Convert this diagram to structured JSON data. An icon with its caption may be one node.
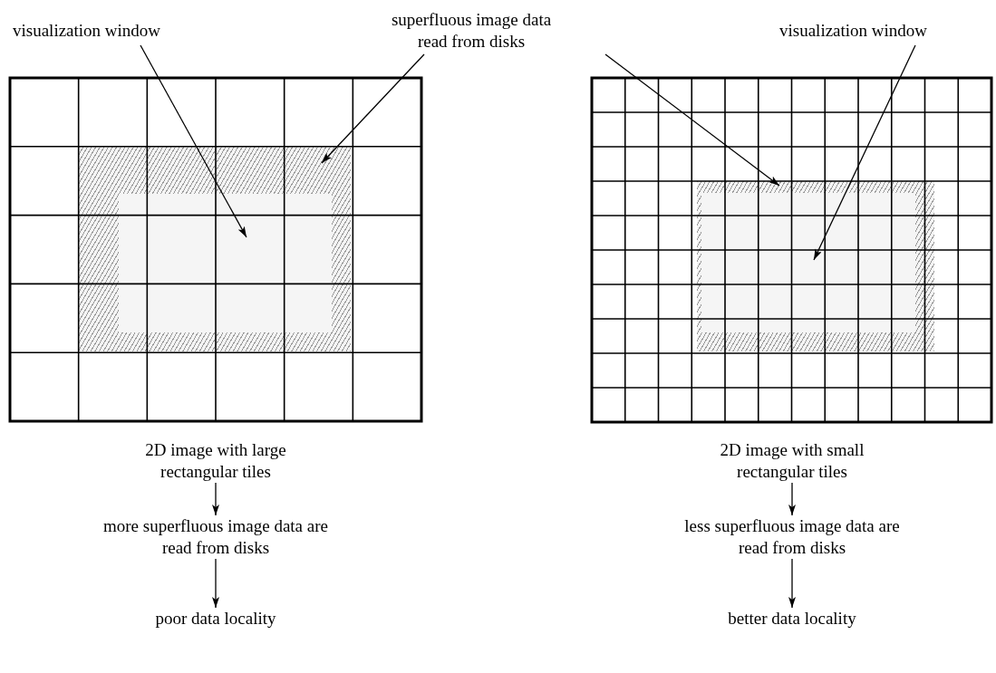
{
  "diagram": {
    "nodes": [
      {
        "text": [
          "visualization window"
        ]
      },
      {
        "text": [
          "superfluous image data read from disks"
        ]
      },
      {
        "text": [
          "visualization window"
        ]
      },
      {
        "text": [],
        "shape": "box"
      },
      {
        "text": [],
        "shape": "box",
        "in": 3
      },
      {
        "text": [],
        "shape": "box"
      },
      {
        "text": [],
        "shape": "box",
        "in": 5
      },
      {
        "text": [
          "2D image with large rectangular tiles"
        ]
      },
      {
        "text": [
          "more superfluous image data are read from disks"
        ]
      },
      {
        "text": [
          "poor data locality"
        ]
      },
      {
        "text": [
          "2D image with small rectangular tiles"
        ]
      },
      {
        "text": [
          "less superfluous image data are read from disks"
        ]
      },
      {
        "text": [
          "better data locality"
        ]
      }
    ],
    "edges": [
      {
        "from": 0,
        "to": 4,
        "arrow": "to"
      },
      {
        "from": 1,
        "to": 3,
        "arrow": "to"
      },
      {
        "from": 1,
        "to": 5,
        "arrow": "to"
      },
      {
        "from": 2,
        "to": 6,
        "arrow": "to"
      },
      {
        "from": 7,
        "to": 8,
        "arrow": "to"
      },
      {
        "from": 8,
        "to": 9,
        "arrow": "to"
      },
      {
        "from": 10,
        "to": 11,
        "arrow": "to"
      },
      {
        "from": 11,
        "to": 12,
        "arrow": "to"
      }
    ]
  }
}
